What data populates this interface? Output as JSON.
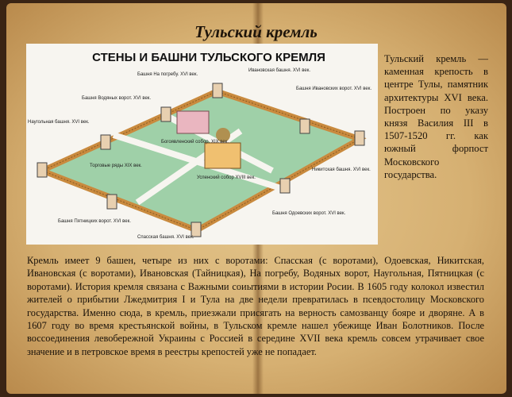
{
  "slide": {
    "title": "Тульский кремль",
    "image": {
      "heading": "СТЕНЫ И БАШНИ ТУЛЬСКОГО КРЕМЛЯ",
      "labels": [
        "Ивановская башня. XVI век.",
        "Башня На погребу. XVI век.",
        "Башня Ивановских ворот. XVI век.",
        "Башня Водяных ворот. XVI век.",
        "Наугольная башня. XVI век.",
        "Богоявленский собор. XIX век.",
        "Успенский собор XVIII век.",
        "Торговые ряды XIX век.",
        "Никитская башня. XVI век.",
        "Башня Пятницких ворот. XVI век.",
        "Спасская башня. XVI век.",
        "Башня Одоевских ворот. XVI век."
      ]
    },
    "side_text": "Тульский кремль — каменная крепость в центре Тулы, памятник архитектуры XVI века. Построен по указу князя Василия III в 1507-1520 гг. как южный форпост Московского государства.",
    "main_text": "Кремль имеет 9 башен, четыре из них с воротами: Спасская (с воротами), Одоевская, Никитская, Ивановская (с воротами), Ивановская (Тайницкая), На погребу, Водяных ворот, Наугольная, Пятницкая (с воротами). История кремля связана с Важными соиытиями в истории Росии. В 1605 году колокол известил жителей о прибытии Лжедмитрия I и Тула на две недели превратилась в псевдостолицу Московского государства. Именно сюда, в кремль, приезжали присягать на верность самозванцу бояре и дворяне. А в 1607 году во время крестьянской войны, в Тульском кремле нашел убежище Иван Болотников. После воссоединения левобережной Украины с Россией в середине XVII века кремль совсем утрачивает свое значение и в петровское время в реестры крепостей уже не попадает."
  }
}
